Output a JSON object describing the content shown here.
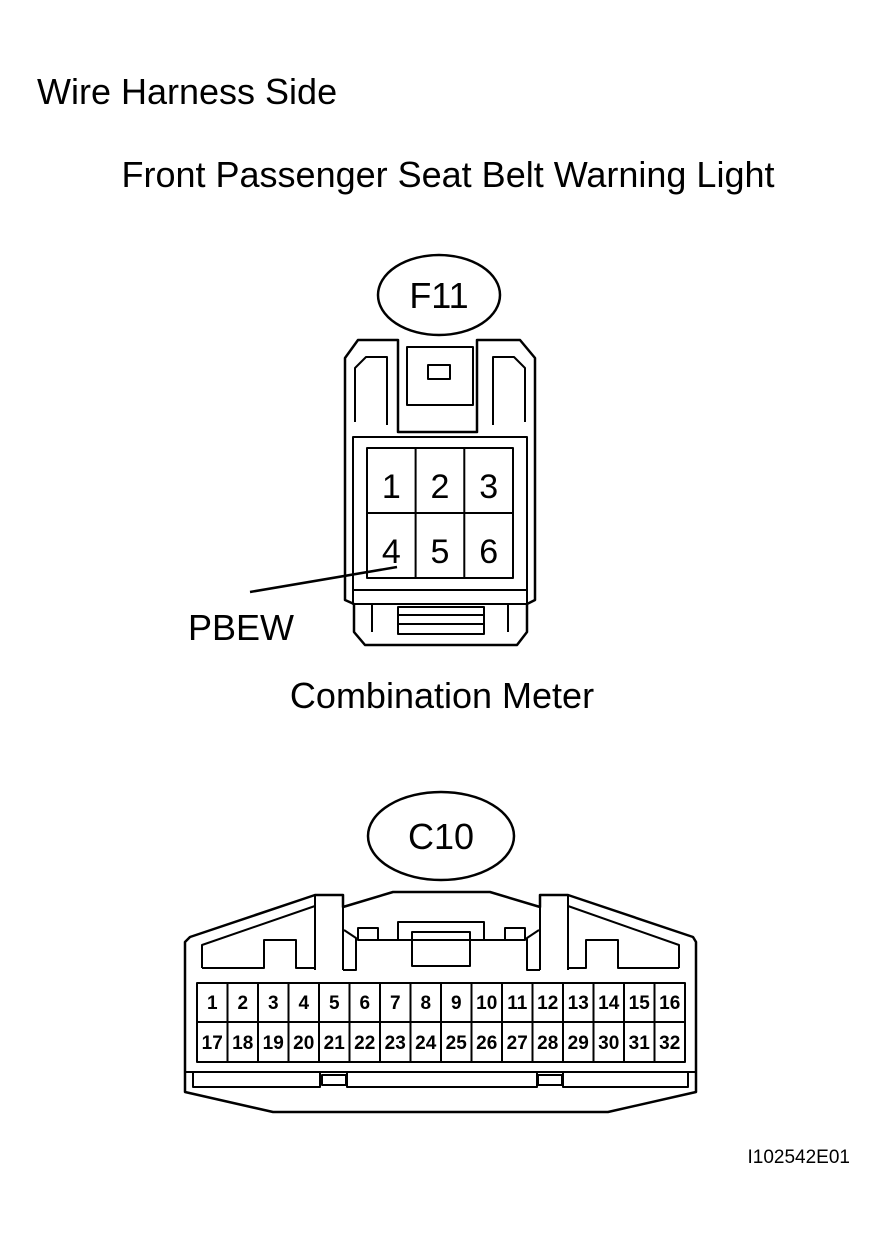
{
  "title": "Wire Harness Side",
  "connectors": [
    {
      "component": "Front Passenger Seat Belt Warning Light",
      "code": "F11",
      "pins": [
        "1",
        "2",
        "3",
        "4",
        "5",
        "6"
      ],
      "callout": "PBEW"
    },
    {
      "component": "Combination Meter",
      "code": "C10",
      "pins_top": [
        "1",
        "2",
        "3",
        "4",
        "5",
        "6",
        "7",
        "8",
        "9",
        "10",
        "11",
        "12",
        "13",
        "14",
        "15",
        "16"
      ],
      "pins_bottom": [
        "17",
        "18",
        "19",
        "20",
        "21",
        "22",
        "23",
        "24",
        "25",
        "26",
        "27",
        "28",
        "29",
        "30",
        "31",
        "32"
      ]
    }
  ],
  "figure_id": "I102542E01"
}
